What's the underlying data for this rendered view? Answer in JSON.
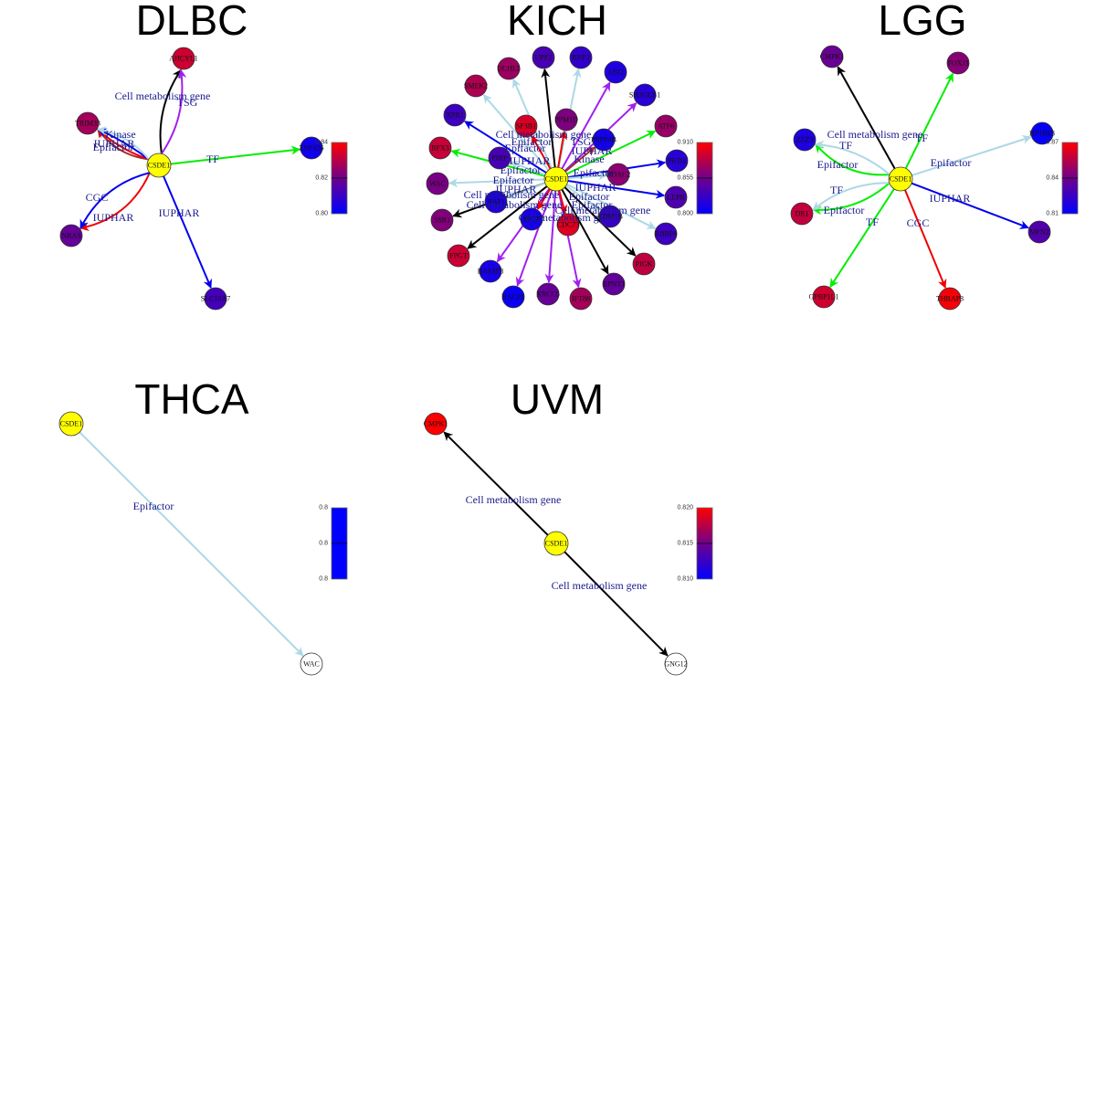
{
  "figure": {
    "hub": "CSDE1"
  },
  "edge_colors": {
    "TF": "#00ee00",
    "IUPHAR": "#0000ee",
    "CGC": "#ee0000",
    "Epifactor": "#add8e6",
    "Cell metabolism gene": "#000000",
    "TSG": "#a020f0",
    "Kinase": "#a52a2a"
  },
  "chart_data": [
    {
      "type": "network",
      "title": "DLBC",
      "hub": "CSDE1",
      "colorbar": {
        "min": 0.8,
        "mid": 0.82,
        "max": 0.84,
        "ticks": [
          "0.80",
          "0.82",
          "0.84"
        ]
      },
      "nodes": [
        {
          "name": "AHCYL1",
          "value": 0.833
        },
        {
          "name": "TRIM33",
          "value": 0.827
        },
        {
          "name": "ZNF426",
          "value": 0.803
        },
        {
          "name": "NRAS",
          "value": 0.818
        },
        {
          "name": "SLC10A7",
          "value": 0.812
        }
      ],
      "edges": [
        {
          "to": "AHCYL1",
          "type": "Cell metabolism gene"
        },
        {
          "to": "AHCYL1",
          "type": "TSG"
        },
        {
          "to": "TRIM33",
          "type": "Kinase"
        },
        {
          "to": "TRIM33",
          "type": "CGC"
        },
        {
          "to": "TRIM33",
          "type": "IUPHAR"
        },
        {
          "to": "TRIM33",
          "type": "Epifactor"
        },
        {
          "to": "ZNF426",
          "type": "TF"
        },
        {
          "to": "NRAS",
          "type": "CGC"
        },
        {
          "to": "NRAS",
          "type": "IUPHAR"
        },
        {
          "to": "SLC10A7",
          "type": "IUPHAR"
        }
      ]
    },
    {
      "type": "network",
      "title": "KICH",
      "hub": "CSDE1",
      "colorbar": {
        "min": 0.8,
        "mid": 0.855,
        "max": 0.91,
        "ticks": [
          "0.800",
          "0.855",
          "0.910"
        ]
      },
      "nodes": [
        {
          "name": "UPF2",
          "value": 0.835
        },
        {
          "name": "RNF2",
          "value": 0.825
        },
        {
          "name": "ABI2",
          "value": 0.815
        },
        {
          "name": "SH3GLB1",
          "value": 0.82
        },
        {
          "name": "ATF6",
          "value": 0.87
        },
        {
          "name": "PKD2",
          "value": 0.82
        },
        {
          "name": "LEPR",
          "value": 0.838
        },
        {
          "name": "RBBP4",
          "value": 0.83
        },
        {
          "name": "PIGK",
          "value": 0.885
        },
        {
          "name": "BPNT1",
          "value": 0.848
        },
        {
          "name": "IFT88",
          "value": 0.875
        },
        {
          "name": "XRCC5",
          "value": 0.85
        },
        {
          "name": "HACE1",
          "value": 0.805
        },
        {
          "name": "RASSF8",
          "value": 0.812
        },
        {
          "name": "FPGT",
          "value": 0.89
        },
        {
          "name": "SSR1",
          "value": 0.862
        },
        {
          "name": "WAC",
          "value": 0.858
        },
        {
          "name": "RFX3",
          "value": 0.888
        },
        {
          "name": "XPR1",
          "value": 0.83
        },
        {
          "name": "SMEK2",
          "value": 0.878
        },
        {
          "name": "UCHL5",
          "value": 0.872
        },
        {
          "name": "SF3B1",
          "value": 0.895
        },
        {
          "name": "PPM1D",
          "value": 0.86
        },
        {
          "name": "PRPF4B",
          "value": 0.81
        },
        {
          "name": "PHIP",
          "value": 0.835
        },
        {
          "name": "HDAC2",
          "value": 0.865
        },
        {
          "name": "HAT1",
          "value": 0.815
        },
        {
          "name": "SPOP",
          "value": 0.812
        },
        {
          "name": "CDC73",
          "value": 0.898
        },
        {
          "name": "KDM1B",
          "value": 0.828
        }
      ],
      "edges": [
        {
          "to": "UPF2",
          "type": "Cell metabolism gene"
        },
        {
          "to": "RNF2",
          "type": "Epifactor"
        },
        {
          "to": "ABI2",
          "type": "TSG"
        },
        {
          "to": "SH3GLB1",
          "type": "TSG"
        },
        {
          "to": "ATF6",
          "type": "TF"
        },
        {
          "to": "PKD2",
          "type": "IUPHAR"
        },
        {
          "to": "LEPR",
          "type": "IUPHAR"
        },
        {
          "to": "RBBP4",
          "type": "Epifactor"
        },
        {
          "to": "PIGK",
          "type": "Cell metabolism gene"
        },
        {
          "to": "BPNT1",
          "type": "Cell metabolism gene"
        },
        {
          "to": "IFT88",
          "type": "TSG"
        },
        {
          "to": "XRCC5",
          "type": "TSG"
        },
        {
          "to": "HACE1",
          "type": "TSG"
        },
        {
          "to": "RASSF8",
          "type": "TSG"
        },
        {
          "to": "FPGT",
          "type": "Cell metabolism gene"
        },
        {
          "to": "SSR1",
          "type": "Cell metabolism gene"
        },
        {
          "to": "WAC",
          "type": "Epifactor"
        },
        {
          "to": "RFX3",
          "type": "TF"
        },
        {
          "to": "XPR1",
          "type": "IUPHAR"
        },
        {
          "to": "SMEK2",
          "type": "Epifactor"
        },
        {
          "to": "UCHL5",
          "type": "Epifactor"
        },
        {
          "to": "SF3B1",
          "type": "CGC"
        },
        {
          "to": "PPM1D",
          "type": "CGC"
        },
        {
          "to": "PRPF4B",
          "type": "Kinase"
        },
        {
          "to": "PHIP",
          "type": "Epifactor"
        },
        {
          "to": "HDAC2",
          "type": "Epifactor"
        },
        {
          "to": "HAT1",
          "type": "Epifactor"
        },
        {
          "to": "SPOP",
          "type": "CGC"
        },
        {
          "to": "CDC73",
          "type": "CGC"
        },
        {
          "to": "KDM1B",
          "type": "Epifactor"
        }
      ]
    },
    {
      "type": "network",
      "title": "LGG",
      "hub": "CSDE1",
      "colorbar": {
        "min": 0.81,
        "mid": 0.84,
        "max": 0.87,
        "ticks": [
          "0.81",
          "0.84",
          "0.87"
        ]
      },
      "nodes": [
        {
          "name": "CMPK1",
          "value": 0.838
        },
        {
          "name": "FOXJ3",
          "value": 0.845
        },
        {
          "name": "ZZZ3",
          "value": 0.818
        },
        {
          "name": "HP1BP3",
          "value": 0.812
        },
        {
          "name": "DR1",
          "value": 0.857
        },
        {
          "name": "MFN2",
          "value": 0.832
        },
        {
          "name": "GPBP1L1",
          "value": 0.86
        },
        {
          "name": "THRAP3",
          "value": 0.868
        }
      ],
      "edges": [
        {
          "to": "CMPK1",
          "type": "Cell metabolism gene"
        },
        {
          "to": "FOXJ3",
          "type": "TF"
        },
        {
          "to": "ZZZ3",
          "type": "TF"
        },
        {
          "to": "ZZZ3",
          "type": "Epifactor"
        },
        {
          "to": "HP1BP3",
          "type": "Epifactor"
        },
        {
          "to": "DR1",
          "type": "TF"
        },
        {
          "to": "DR1",
          "type": "Epifactor"
        },
        {
          "to": "MFN2",
          "type": "IUPHAR"
        },
        {
          "to": "GPBP1L1",
          "type": "TF"
        },
        {
          "to": "THRAP3",
          "type": "CGC"
        }
      ]
    },
    {
      "type": "network",
      "title": "THCA",
      "hub": "CSDE1",
      "colorbar": {
        "min": 0.8,
        "mid": 0.8,
        "max": 0.8,
        "ticks": [
          "0.8",
          "0.8",
          "0.8"
        ]
      },
      "nodes": [
        {
          "name": "WAC",
          "value": null
        }
      ],
      "edges": [
        {
          "to": "WAC",
          "type": "Epifactor"
        }
      ]
    },
    {
      "type": "network",
      "title": "UVM",
      "hub": "CSDE1",
      "colorbar": {
        "min": 0.81,
        "mid": 0.815,
        "max": 0.82,
        "ticks": [
          "0.810",
          "0.815",
          "0.820"
        ]
      },
      "nodes": [
        {
          "name": "CMPK1",
          "value": 0.82
        },
        {
          "name": "GNG12",
          "value": null
        }
      ],
      "edges": [
        {
          "to": "CMPK1",
          "type": "Cell metabolism gene"
        },
        {
          "to": "GNG12",
          "type": "Cell metabolism gene"
        }
      ]
    }
  ]
}
